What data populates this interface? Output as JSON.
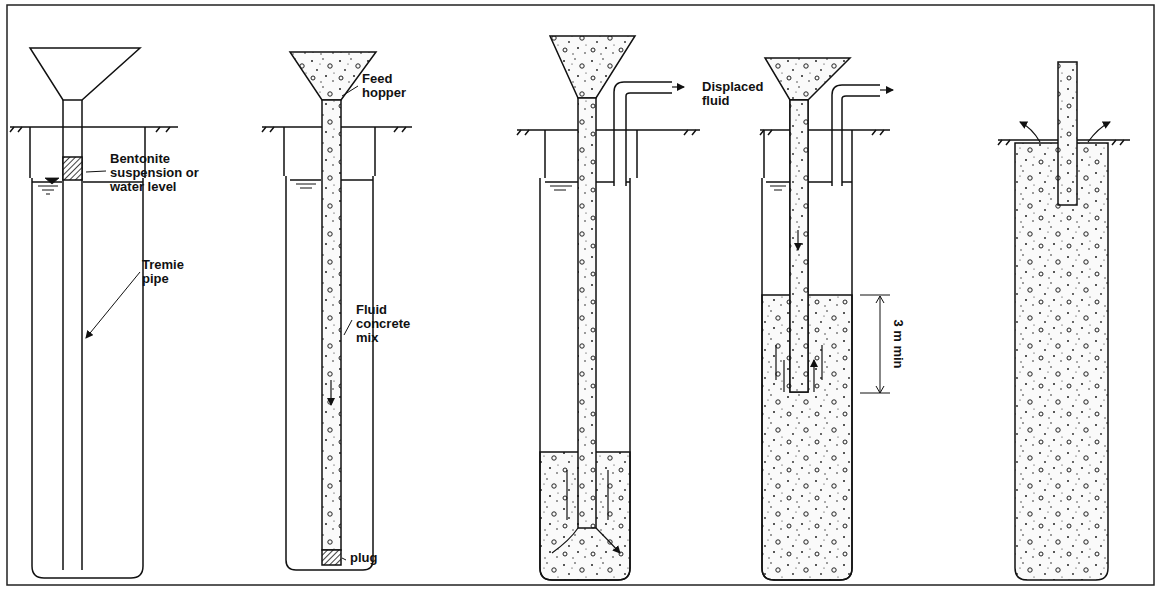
{
  "diagram": {
    "labels": [
      "Bentonite suspension or water level",
      "Tremie pipe",
      "Feed hopper",
      "Fluid concrete mix",
      "plug",
      "Displaced fluid",
      "3 m min"
    ]
  }
}
